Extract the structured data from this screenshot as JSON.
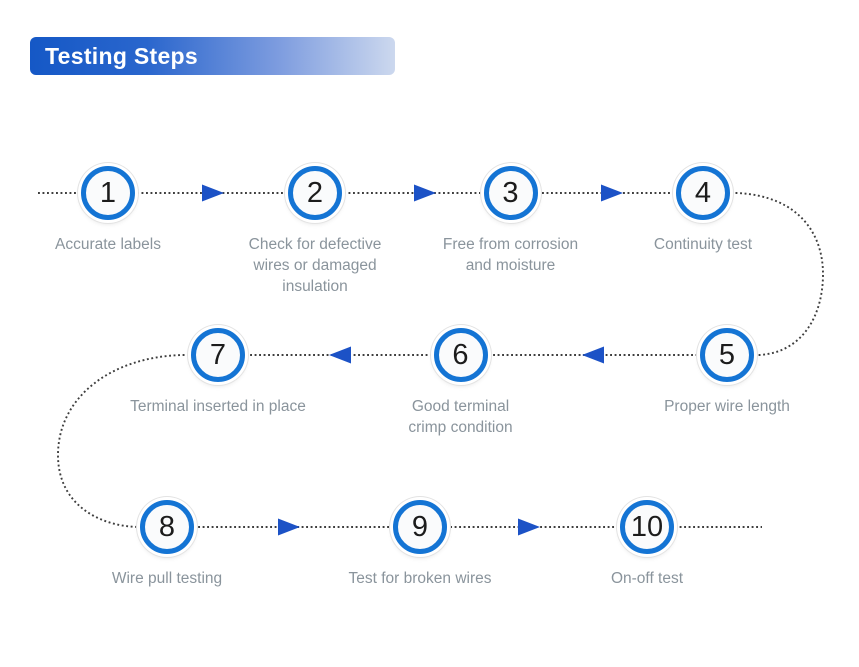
{
  "title": {
    "label": "Testing Steps"
  },
  "diagram": {
    "steps": [
      {
        "number": "1",
        "label": "Accurate labels"
      },
      {
        "number": "2",
        "label": "Check for defective wires or damaged insulation"
      },
      {
        "number": "3",
        "label": "Free from corrosion and moisture"
      },
      {
        "number": "4",
        "label": "Continuity test"
      },
      {
        "number": "5",
        "label": "Proper wire length"
      },
      {
        "number": "6",
        "label": "Good terminal crimp condition"
      },
      {
        "number": "7",
        "label": "Terminal inserted in place"
      },
      {
        "number": "8",
        "label": "Wire pull testing"
      },
      {
        "number": "9",
        "label": "Test for broken wires"
      },
      {
        "number": "10",
        "label": "On-off test"
      }
    ]
  },
  "colors": {
    "circle_ring_blue": "#1474d4",
    "arrow_blue": "#1c52c6",
    "label_gray": "#8a949c",
    "banner_blue": "#1558c6",
    "banner_fade": "#ccd8ee",
    "dotted_line": "#3e3e3e"
  }
}
